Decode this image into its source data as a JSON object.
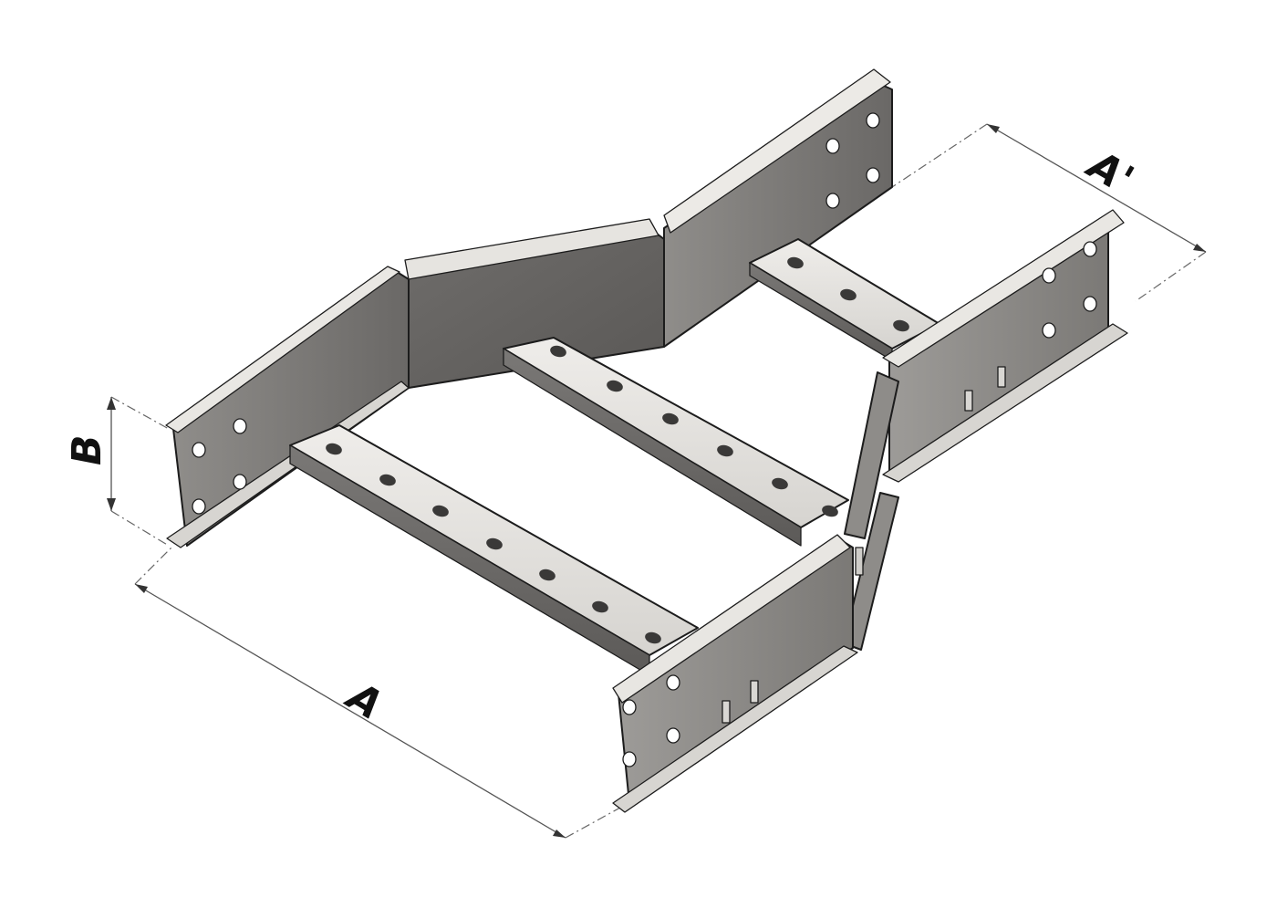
{
  "diagram": {
    "dimensions": {
      "width_label": "A",
      "reduced_width_label": "A'",
      "height_label": "B"
    },
    "colors": {
      "metal_light": "#e7e5e1",
      "metal_mid": "#a8a6a3",
      "metal_dark": "#6d6b69",
      "metal_shadow": "#5a5856",
      "outline": "#1c1c1c"
    }
  }
}
